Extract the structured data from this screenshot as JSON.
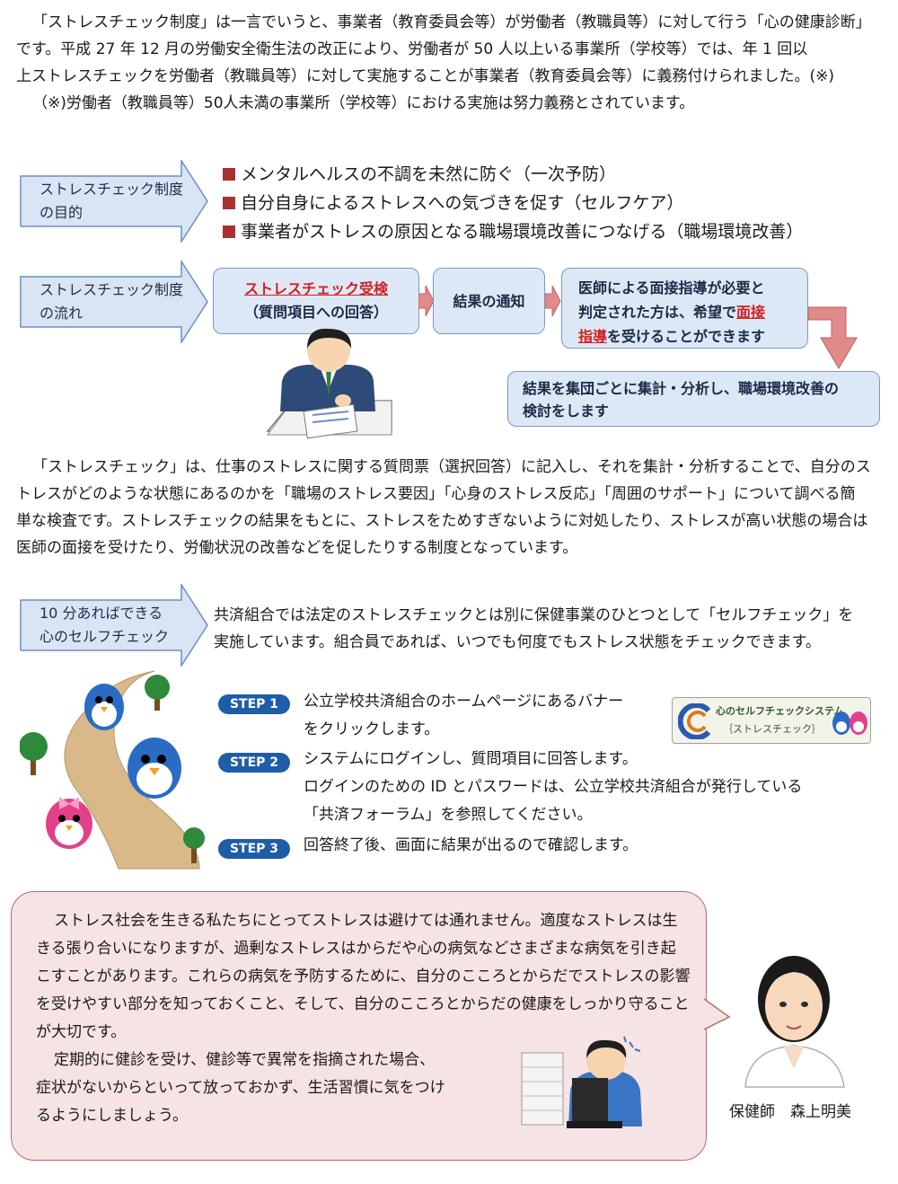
{
  "intro": {
    "lines": [
      "「ストレスチェック制度」は一言でいうと、事業者（教育委員会等）が労働者（教職員等）に対して行う「心の健康診断」",
      "です。平成 27 年 12 月の労働安全衛生法の改正により、労働者が 50  人以上いる事業所（学校等）では、年 1 回以",
      "上ストレスチェックを労働者（教職員等）に対して実施することが事業者（教育委員会等）に義務付けられました。(※)",
      "（※)労働者（教職員等）50人未満の事業所（学校等）における実施は努力義務とされています。"
    ]
  },
  "purpose": {
    "label_line1": "ストレスチェック制度",
    "label_line2": "の目的",
    "items": [
      "メンタルヘルスの不調を未然に防ぐ（一次予防）",
      "自分自身によるストレスへの気づきを促す（セルフケア）",
      "事業者がストレスの原因となる職場環境改善につなげる（職場環境改善）"
    ]
  },
  "flow": {
    "label_line1": "ストレスチェック制度",
    "label_line2": "の流れ",
    "box1_title": "ストレスチェック受検",
    "box1_sub": "（質問項目への回答）",
    "box2": "結果の通知",
    "box3_line1": "医師による面接指導が必要と",
    "box3_line2_pre": "判定された方は、希望で",
    "box3_line2_red": "面接",
    "box3_line3_red": "指導",
    "box3_line3_post": "を受けることができます",
    "box4_line1": "結果を集団ごとに集計・分析し、職場環境改善の",
    "box4_line2": "検討をします"
  },
  "explain": {
    "lines": [
      "「ストレスチェック」は、仕事のストレスに関する質問票（選択回答）に記入し、それを集計・分析することで、自分のス",
      "トレスがどのような状態にあるのかを「職場のストレス要因」「心身のストレス反応」「周囲のサポート」について調べる簡",
      "単な検査です。ストレスチェックの結果をもとに、ストレスをためすぎないように対処したり、ストレスが高い状態の場合は",
      "医師の面接を受けたり、労働状況の改善などを促したりする制度となっています。"
    ]
  },
  "selfcheck": {
    "label_line1": "10 分あればできる",
    "label_line2": "心のセルフチェック",
    "text_line1": "共済組合では法定のストレスチェックとは別に保健事業のひとつとして「セルフチェック」を",
    "text_line2": "実施しています。組合員であれば、いつでも何度でもストレス状態をチェックできます。",
    "steps": [
      {
        "badge": "STEP 1",
        "lines": [
          "公立学校共済組合のホームページにあるバナー",
          "をクリックします。"
        ]
      },
      {
        "badge": "STEP 2",
        "lines": [
          "システムにログインし、質問項目に回答します。",
          "ログインのための ID とパスワードは、公立学校共済組合が発行している",
          "「共済フォーラム」を参照してください。"
        ]
      },
      {
        "badge": "STEP 3",
        "lines": [
          "回答終了後、画面に結果が出るので確認します。"
        ]
      }
    ],
    "banner_line1": "心のセルフチェックシステム",
    "banner_line2": "｛ストレスチェック｝"
  },
  "advice": {
    "lines": [
      "ストレス社会を生きる私たちにとってストレスは避けては通れません。適度なストレスは生",
      "きる張り合いになりますが、過剰なストレスはからだや心の病気などさまざまな病気を引き起",
      "こすことがあります。これらの病気を予防するために、自分のこころとからだでストレスの影響",
      "を受けやすい部分を知っておくこと、そして、自分のこころとからだの健康をしっかり守ること",
      "が大切です。",
      "定期的に健診を受け、健診等で異常を指摘された場合、",
      "症状がないからといって放っておかず、生活習慣に気をつけ",
      "るようにしましょう。"
    ],
    "caption": "保健師　森上明美"
  },
  "colors": {
    "arrow_fill": "#d9e4f5",
    "arrow_stroke": "#6d8fc0",
    "bullet_square": "#a83232",
    "accent_red": "#d02020",
    "step_badge": "#1e5da8",
    "bubble_fill": "#f6e3e3",
    "down_arrow": "#e07a7a"
  }
}
